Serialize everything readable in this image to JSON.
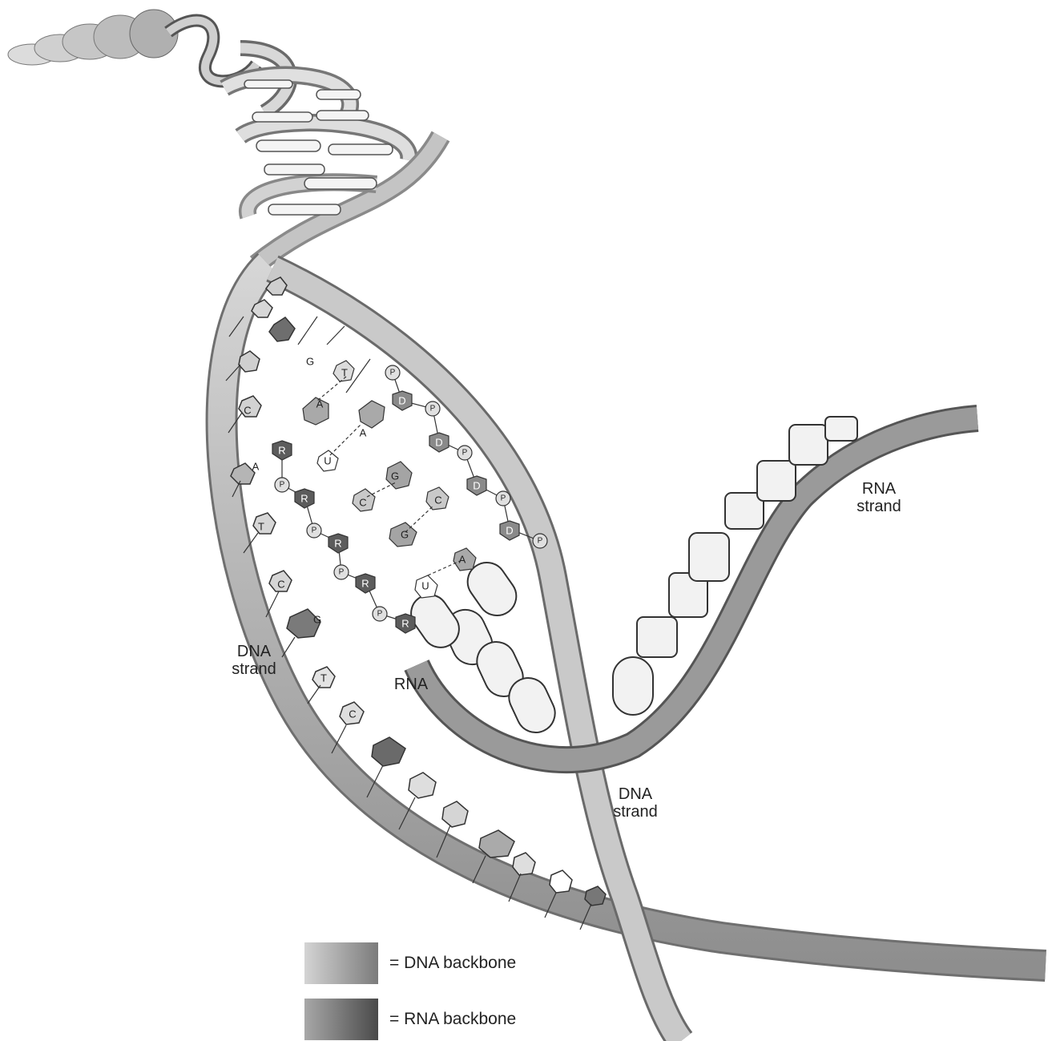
{
  "labels": {
    "dna_strand_left": [
      "DNA",
      "strand"
    ],
    "dna_strand_right": [
      "DNA",
      "strand"
    ],
    "rna_strand": [
      "RNA",
      "strand"
    ],
    "rna": "RNA"
  },
  "legend": [
    {
      "text": "= DNA backbone",
      "color_light": "#d4d4d4",
      "color_dark": "#7b7b7b"
    },
    {
      "text": "= RNA backbone",
      "color_light": "#a8a8a8",
      "color_dark": "#4a4a4a"
    }
  ],
  "base_letters": {
    "dna_template": [
      "G",
      "C",
      "A",
      "T",
      "C",
      "G",
      "T",
      "C"
    ],
    "rna_pairing": [
      "T",
      "A",
      "A",
      "U",
      "G",
      "C",
      "C",
      "G",
      "A",
      "U"
    ],
    "backbone_sugar_dna": "D",
    "backbone_sugar_rna": "R",
    "phosphate": "P"
  },
  "colors": {
    "dna_ribbon": "#b5b5b5",
    "rna_ribbon": "#8d8d8d",
    "base_dark": "#6d6d6d",
    "base_mid": "#a9a9a9",
    "base_light": "#d7d7d7"
  }
}
